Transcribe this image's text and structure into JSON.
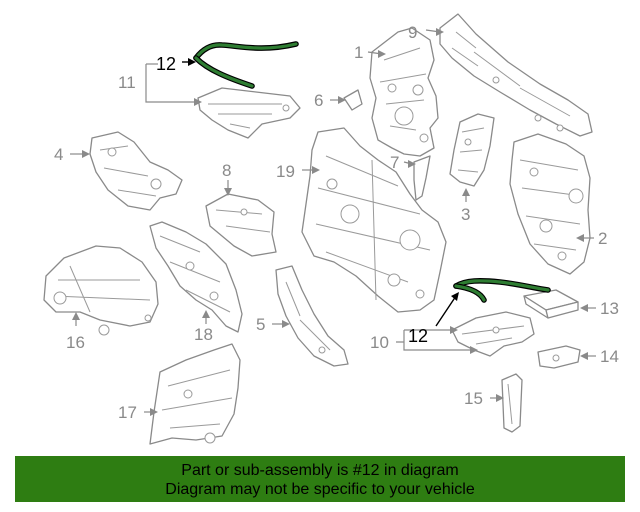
{
  "callouts": {
    "c1": "1",
    "c2": "2",
    "c3": "3",
    "c4": "4",
    "c5": "5",
    "c6": "6",
    "c7": "7",
    "c8": "8",
    "c9": "9",
    "c10": "10",
    "c11": "11",
    "c12_top": "12",
    "c12_mid": "12",
    "c13": "13",
    "c14": "14",
    "c15": "15",
    "c16": "16",
    "c17": "17",
    "c18": "18",
    "c19": "19"
  },
  "highlight_part": "12",
  "colors": {
    "banner": "#2e7d12",
    "highlight_seal": "#2e7d32",
    "line_art": "#8a8a8a"
  },
  "banner": {
    "line1": "Part or sub-assembly is #12 in diagram",
    "line2": "Diagram may not be specific to your vehicle"
  }
}
